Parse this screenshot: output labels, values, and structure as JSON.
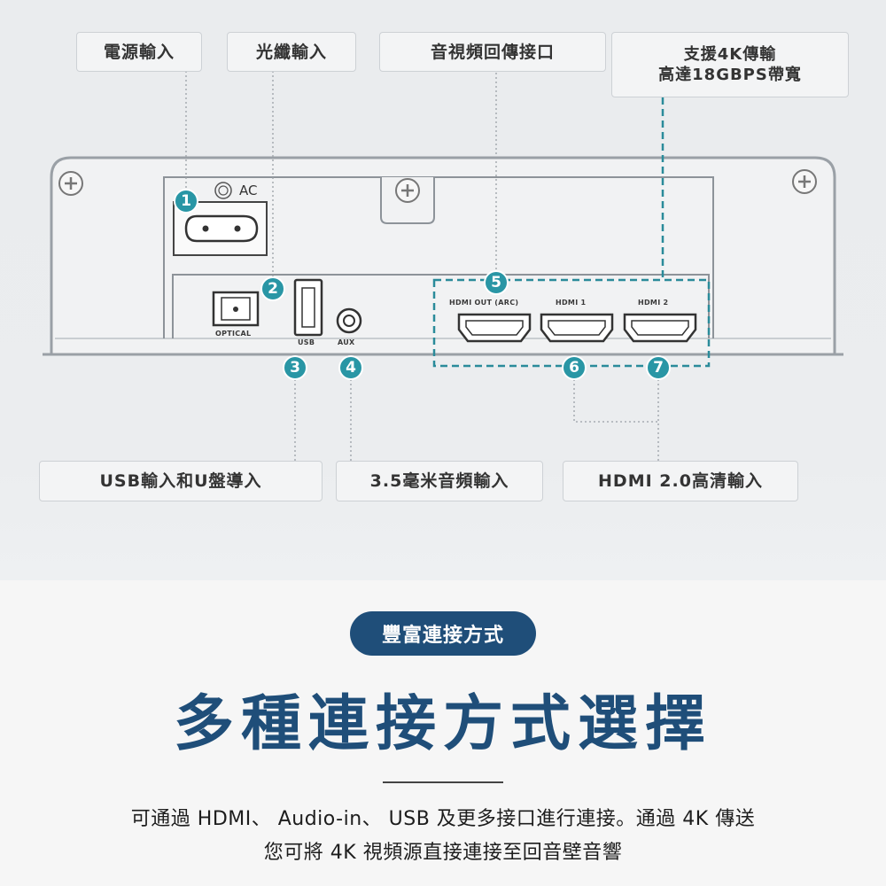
{
  "top_labels": {
    "power_input": "電源輸入",
    "optical_input": "光纖輸入",
    "arc_port": "音視頻回傳接口",
    "support_4k_line1": "支援4K傳輸",
    "support_4k_line2": "高達18GBPS帶寬"
  },
  "bottom_labels": {
    "usb_input": "USB輸入和U盤導入",
    "aux_input": "3.5毫米音頻輸入",
    "hdmi_input": "HDMI 2.0高清輸入"
  },
  "panel": {
    "ac_text": "AC",
    "optical_text": "OPTICAL",
    "usb_text": "USB",
    "aux_text": "AUX",
    "hdmi_out_text": "HDMI OUT (ARC)",
    "hdmi1_text": "HDMI  1",
    "hdmi2_text": "HDMI  2"
  },
  "badges": [
    "1",
    "2",
    "3",
    "4",
    "5",
    "6",
    "7"
  ],
  "section": {
    "pill": "豐富連接方式",
    "headline": "多種連接方式選擇",
    "desc_line1": "可通過 HDMI、 Audio-in、 USB 及更多接口進行連接。通過 4K 傳送",
    "desc_line2": "您可將 4K 視頻源直接連接至回音壁音響"
  },
  "colors": {
    "accent_teal": "#2996a5",
    "headline_navy": "#1f4e79",
    "dashed_teal": "#2a8b9a"
  }
}
